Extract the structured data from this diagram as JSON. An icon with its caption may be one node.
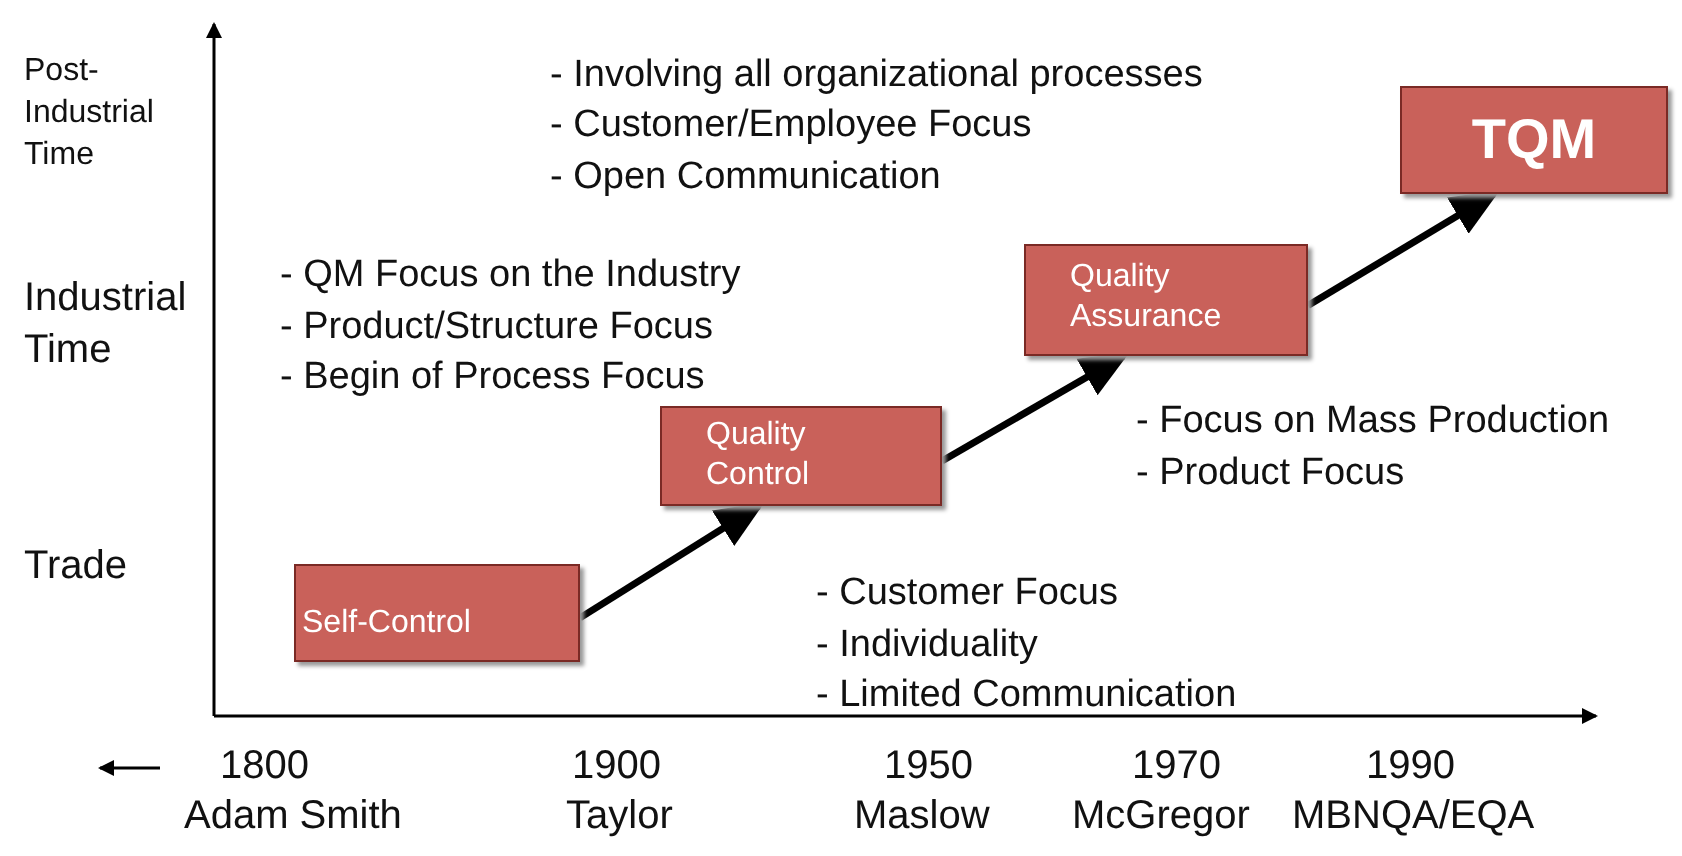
{
  "diagram": {
    "nodes": [
      {
        "text": [
          "Self-Control"
        ]
      },
      {
        "text": [
          "Quality Control"
        ]
      },
      {
        "text": [
          "Quality Assurance"
        ]
      },
      {
        "text": [
          "TQM"
        ]
      }
    ],
    "edges": [
      {
        "from": 0,
        "to": 1,
        "arrow": "to"
      },
      {
        "from": 1,
        "to": 2,
        "arrow": "to"
      },
      {
        "from": 2,
        "to": 3,
        "arrow": "to"
      }
    ],
    "labels": [
      "Post-Industrial Time",
      "- Involving all organizational processes",
      "- Customer/Employee Focus",
      "- Open Communication",
      "Industrial Time",
      "- QM Focus on the Industry",
      "- Product/Structure Focus",
      "- Begin of Process Focus",
      "- Focus on Mass Production",
      "- Product Focus",
      "Trade",
      "- Customer Focus",
      "- Individuality",
      "- Limited Communication",
      "1800",
      "1900",
      "1950",
      "1970",
      "1990",
      "Adam Smith",
      "Taylor",
      "Maslow",
      "McGregor",
      "MBNQA/EQA"
    ]
  }
}
